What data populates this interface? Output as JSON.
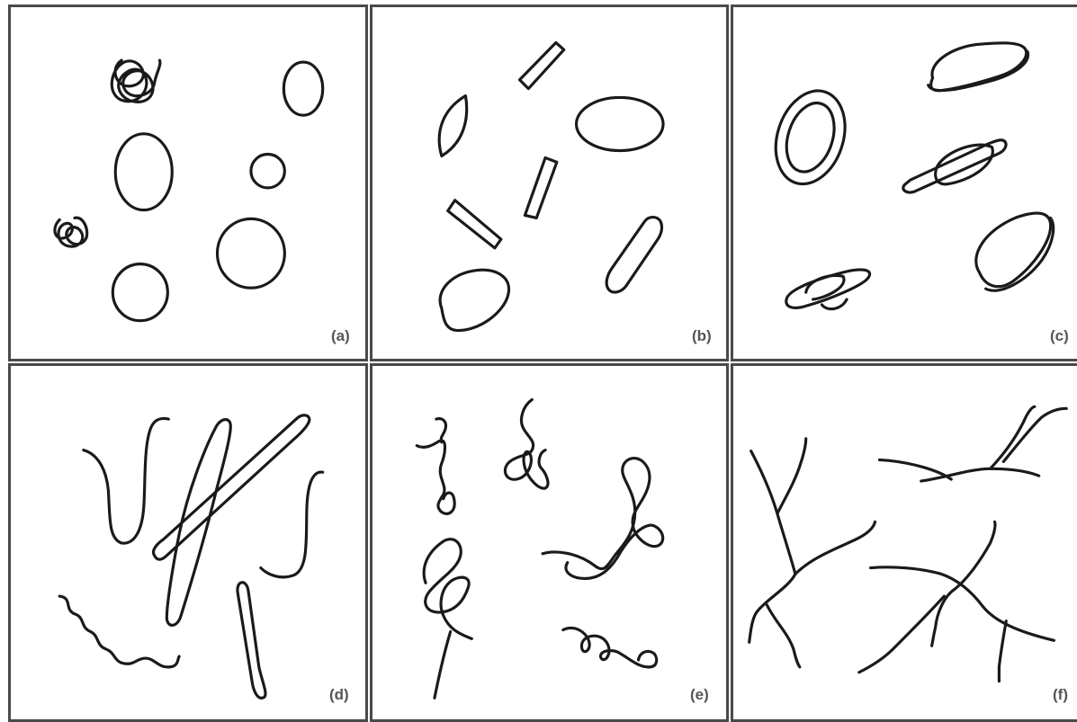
{
  "panels": [
    {
      "id": "a",
      "label": "(a)"
    },
    {
      "id": "b",
      "label": "(b)"
    },
    {
      "id": "c",
      "label": "(c)"
    },
    {
      "id": "d",
      "label": "(d)"
    },
    {
      "id": "e",
      "label": "(e)"
    },
    {
      "id": "f",
      "label": "(f)"
    }
  ],
  "colors": {
    "stroke": "#1a1a1a",
    "border": "#4a4a4a",
    "label": "#555555",
    "background": "#ffffff"
  }
}
